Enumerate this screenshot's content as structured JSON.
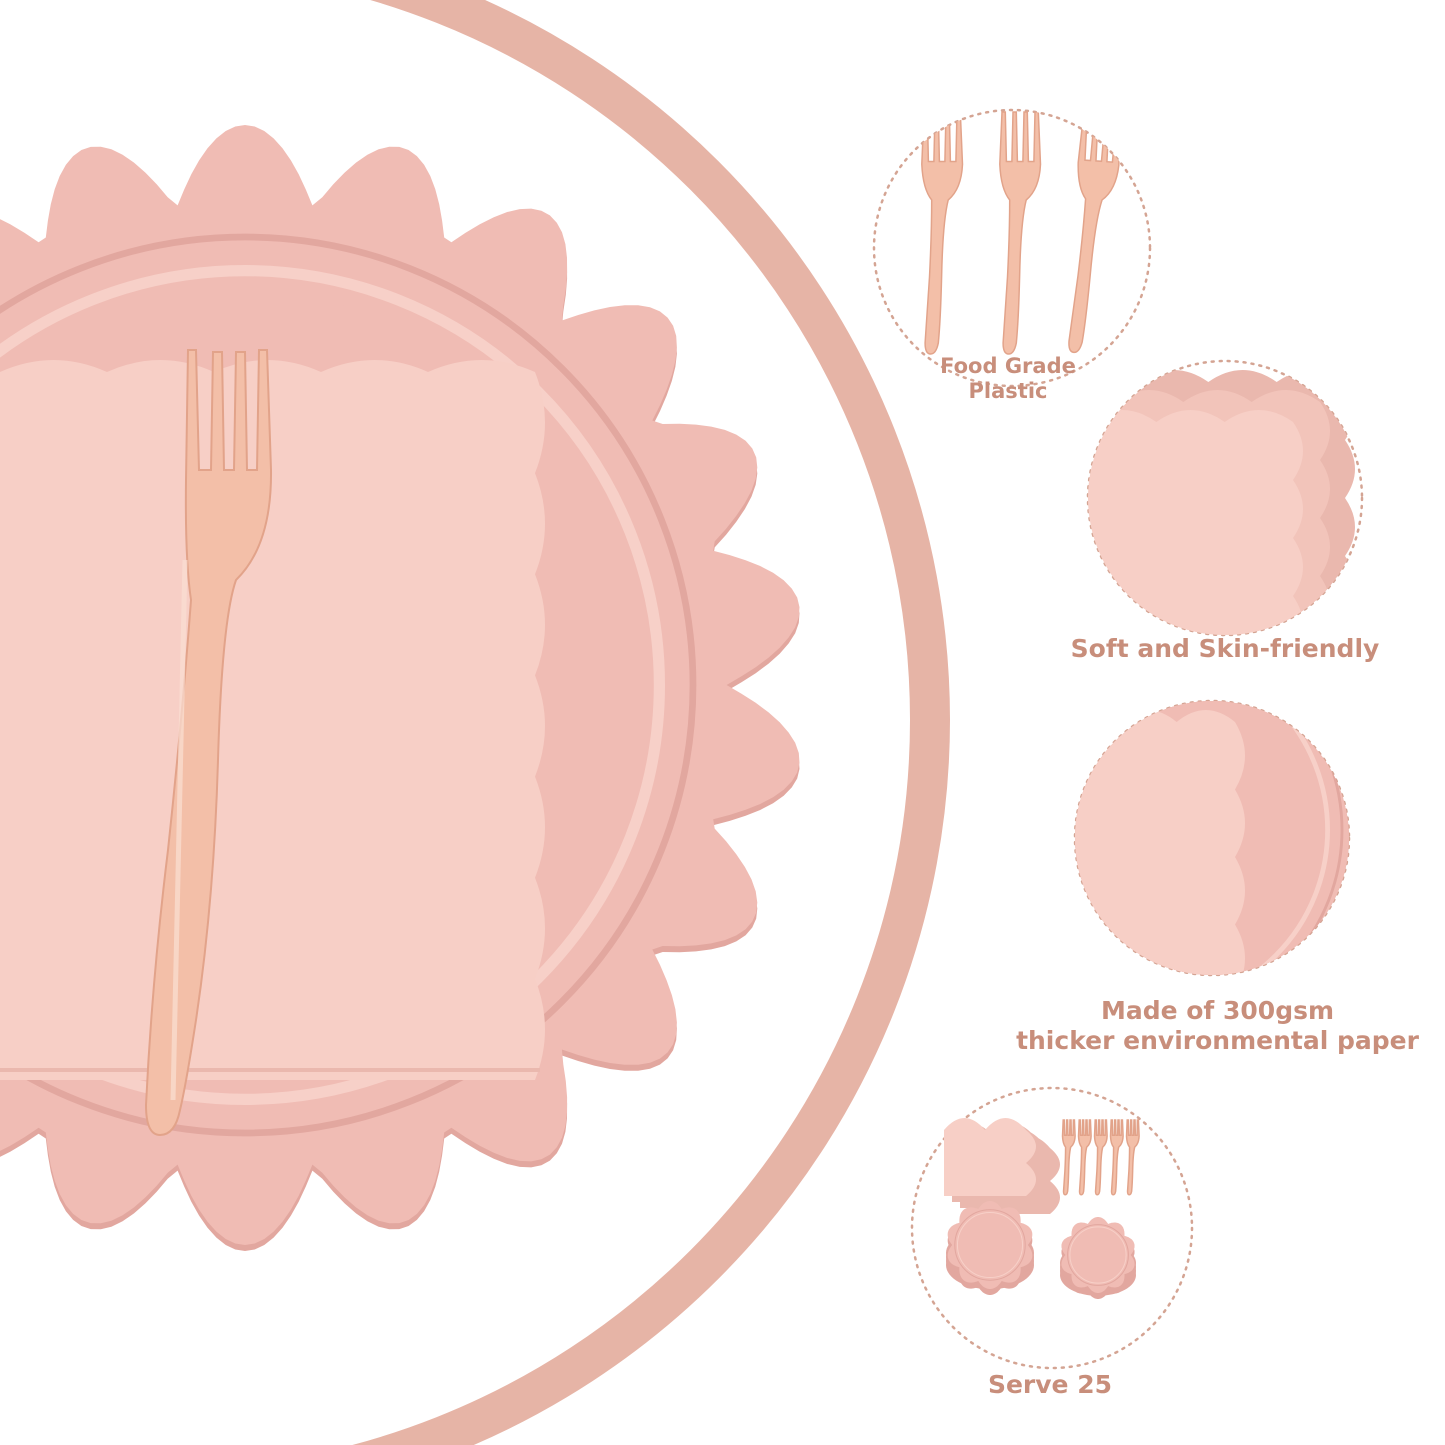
{
  "colors": {
    "ring": "#e6b4a6",
    "plate": "#f0bcb4",
    "plate_shadow": "#e2a79f",
    "napkin": "#f7cfc6",
    "napkin_shadow": "#eab8ae",
    "fork": "#f3bfa8",
    "fork_shadow": "#e2a38a",
    "dots": "#d4a493",
    "text": "#c88e7b"
  },
  "features": [
    {
      "id": "plastic",
      "icon": "forks-icon",
      "lines": [
        "Food Grade",
        "Plastic"
      ]
    },
    {
      "id": "napkin",
      "icon": "napkin-icon",
      "lines": [
        "Soft and Skin-friendly"
      ]
    },
    {
      "id": "paper",
      "icon": "plate-icon",
      "lines": [
        "Made of 300gsm",
        "thicker environmental paper"
      ]
    },
    {
      "id": "set",
      "icon": "set-icon",
      "lines": [
        "Serve 25"
      ]
    }
  ]
}
